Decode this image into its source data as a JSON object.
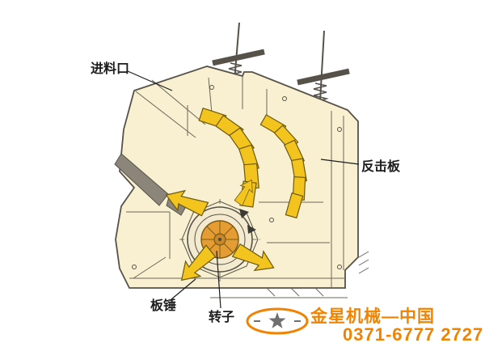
{
  "labels": {
    "feed_inlet": "进料口",
    "impact_plate": "反击板",
    "plate_hammer": "板锤",
    "rotor": "转子"
  },
  "watermark": {
    "company": "金星机械—中国",
    "phone": "0371-6777 2727",
    "logo": "star-ellipse-logo"
  },
  "colors": {
    "machine_body": "#f8f0d0",
    "highlight_yellow": "#f4c41e",
    "rotor_orange": "#e59d33",
    "drawing_line": "#56524a",
    "dark_plate": "#8b8679",
    "watermark_orange": "#f08300"
  }
}
